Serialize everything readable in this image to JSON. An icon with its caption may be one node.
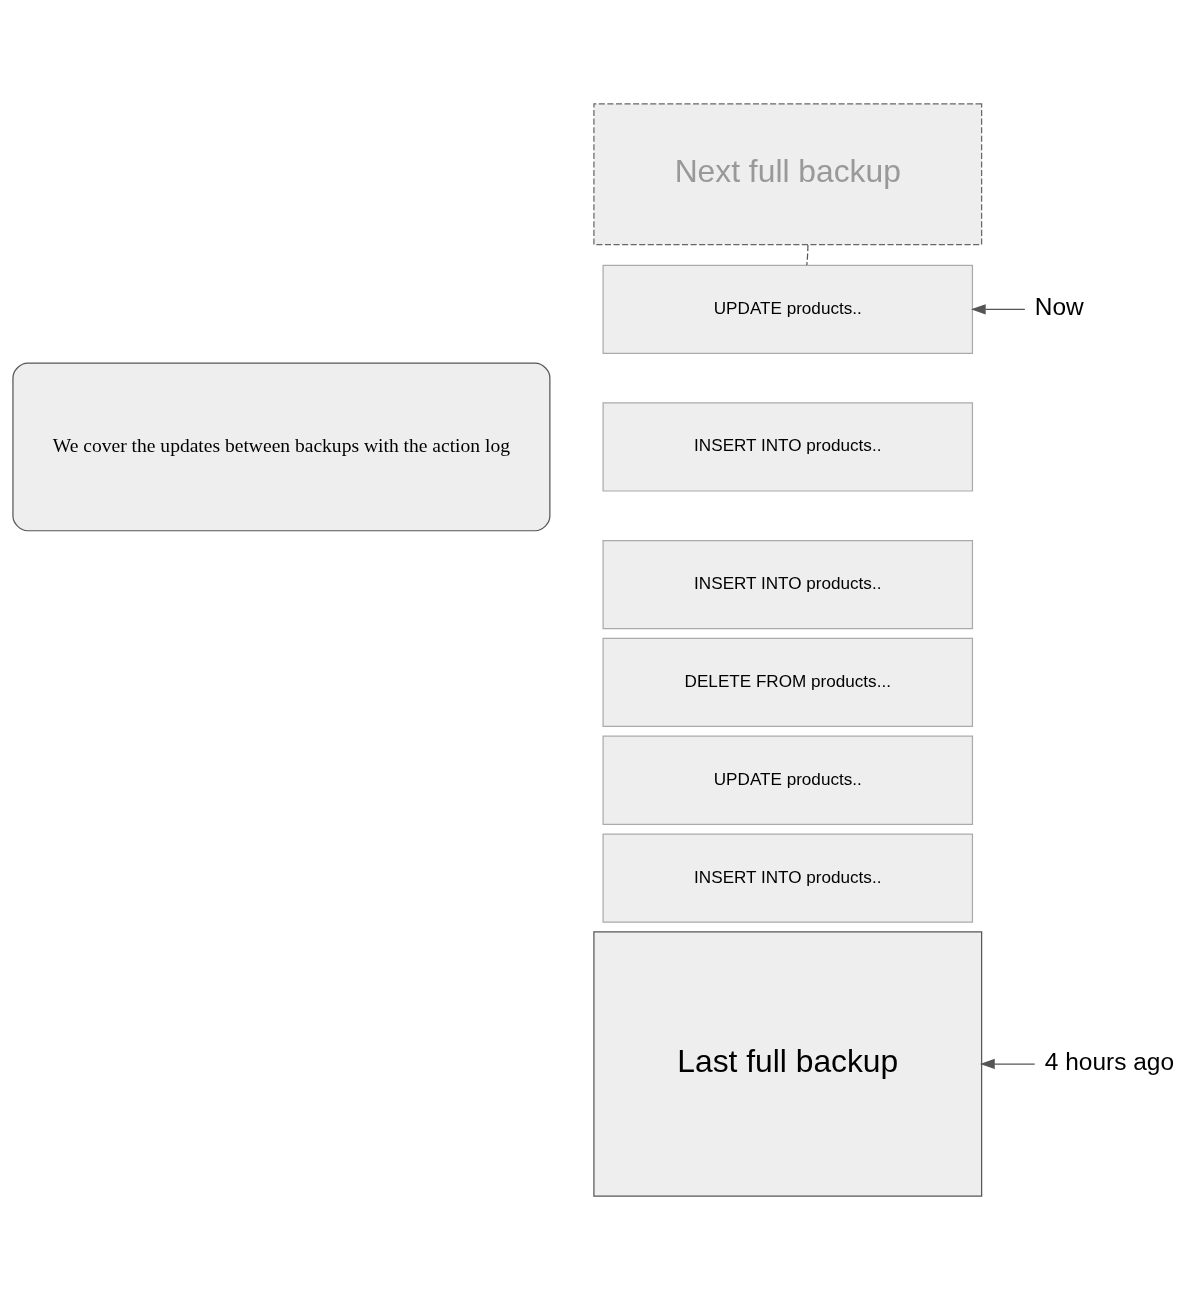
{
  "diagram": {
    "nodes": [
      {
        "text": [
          "Next full backup"
        ]
      },
      {
        "text": [
          "We cover the updates between backups with the action log"
        ]
      },
      {
        "text": [
          "UPDATE products.."
        ]
      },
      {
        "text": [
          "INSERT INTO products.."
        ]
      },
      {
        "text": [
          "INSERT INTO products.."
        ]
      },
      {
        "text": [
          "DELETE FROM products..."
        ]
      },
      {
        "text": [
          "UPDATE products.."
        ]
      },
      {
        "text": [
          "INSERT INTO products.."
        ]
      },
      {
        "text": [
          "Last full backup"
        ]
      },
      {
        "text": [
          "Now"
        ]
      },
      {
        "text": [
          "4 hours ago"
        ]
      }
    ],
    "edges": [
      {
        "from": 0,
        "to": 2,
        "arrow": "none",
        "style": "dashed"
      },
      {
        "from": 9,
        "to": 2,
        "arrow": "to"
      },
      {
        "from": 10,
        "to": 8,
        "arrow": "to"
      }
    ]
  }
}
